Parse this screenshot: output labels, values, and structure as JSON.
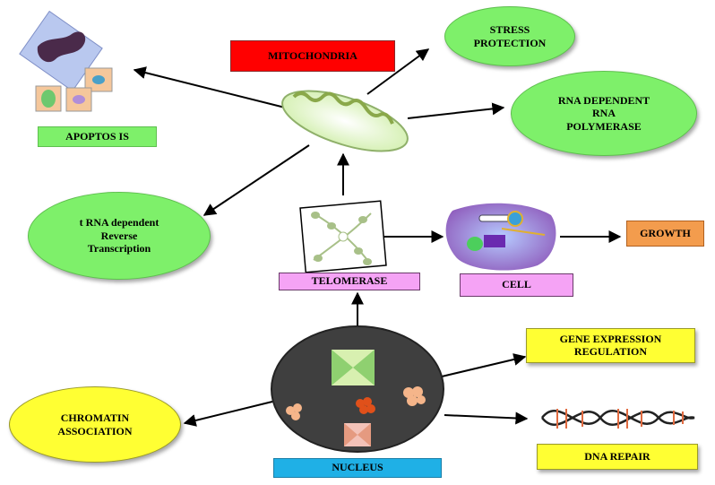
{
  "labels": {
    "mitochondria": "MITOCHONDRIA",
    "stress": "STRESS\nPROTECTION",
    "rna_pol": "RNA  DEPENDENT\nRNA\nPOLYMERASE",
    "apoptosis": "APOPTOS IS",
    "trna": "t RNA dependent\nReverse\nTranscription",
    "telomerase": "TELOMERASE",
    "cell": "CELL",
    "growth": "GROWTH",
    "gene_expression": "GENE EXPRESSION\nREGULATION",
    "chromatin": "CHROMATIN\nASSOCIATION",
    "dna_repair": "DNA   REPAIR",
    "nucleus": "NUCLEUS"
  },
  "colors": {
    "mitochondria_box": "#ff0000",
    "green_node": "#7ef06a",
    "apoptosis_box": "#7ef06a",
    "telomerase_box": "#f5a3f5",
    "cell_box": "#f5a3f5",
    "growth_box": "#f39c4d",
    "yellow_node": "#ffff33",
    "nucleus_box": "#1fb0e6",
    "nucleus_fill": "#3f3f3f"
  }
}
